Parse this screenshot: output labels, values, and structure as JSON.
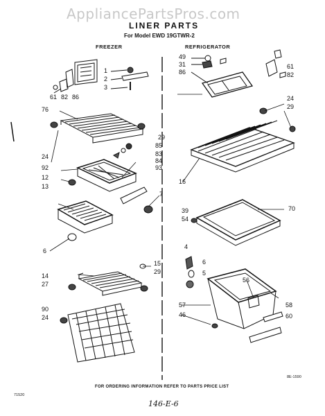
{
  "watermark": "AppliancePartsPros.com",
  "title": "LINER PARTS",
  "model": "For Model EWD 19GTWR-2",
  "sections": {
    "freezer": "FREEZER",
    "refrigerator": "REFRIGERATOR"
  },
  "footer": "FOR ORDERING INFORMATION REFER TO PARTS PRICE LIST",
  "corner_left": "71520",
  "corner_right": "8E-1590",
  "handwritten": "146-E-6",
  "part_labels": {
    "freezer": [
      "1",
      "2",
      "3",
      "61",
      "82",
      "86",
      "76",
      "29",
      "85",
      "83",
      "84",
      "93",
      "24",
      "92",
      "12",
      "13",
      "7",
      "6",
      "15",
      "29",
      "14",
      "27",
      "90",
      "24"
    ],
    "refrigerator": [
      "49",
      "31",
      "86",
      "61",
      "82",
      "24",
      "29",
      "16",
      "39",
      "54",
      "70",
      "4",
      "6",
      "5",
      "56",
      "57",
      "46",
      "58",
      "60"
    ]
  }
}
